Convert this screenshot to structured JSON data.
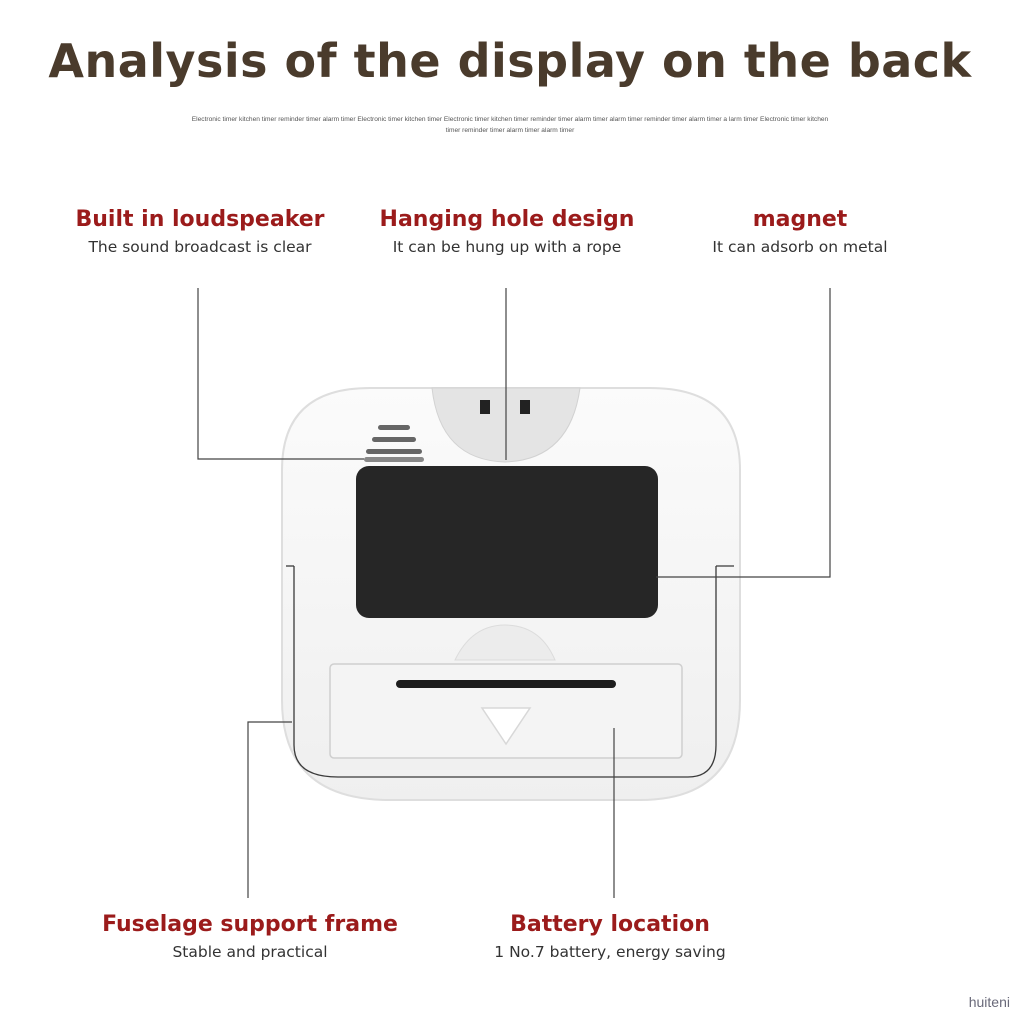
{
  "title": "Analysis of the display on the back",
  "subtitle": "Electronic timer kitchen timer reminder timer alarm timer Electronic timer kitchen timer Electronic timer kitchen timer reminder timer alarm timer alarm timer reminder timer alarm timer a larm timer Electronic timer kitchen timer reminder timer alarm timer alarm timer",
  "callouts": {
    "speaker": {
      "title": "Built in loudspeaker",
      "desc": "The sound broadcast is clear"
    },
    "hole": {
      "title": "Hanging hole design",
      "desc": "It can be hung up with a rope"
    },
    "magnet": {
      "title": "magnet",
      "desc": "It can adsorb on metal"
    },
    "frame": {
      "title": "Fuselage support frame",
      "desc": "Stable and practical"
    },
    "battery": {
      "title": "Battery location",
      "desc": "1 No.7 battery, energy saving"
    }
  },
  "watermark": "huiteni",
  "colors": {
    "title": "#4a3b2c",
    "callout_title": "#9b1b1b",
    "callout_text": "#333333",
    "device_body": "#f7f7f7",
    "display_screen": "#262626"
  }
}
